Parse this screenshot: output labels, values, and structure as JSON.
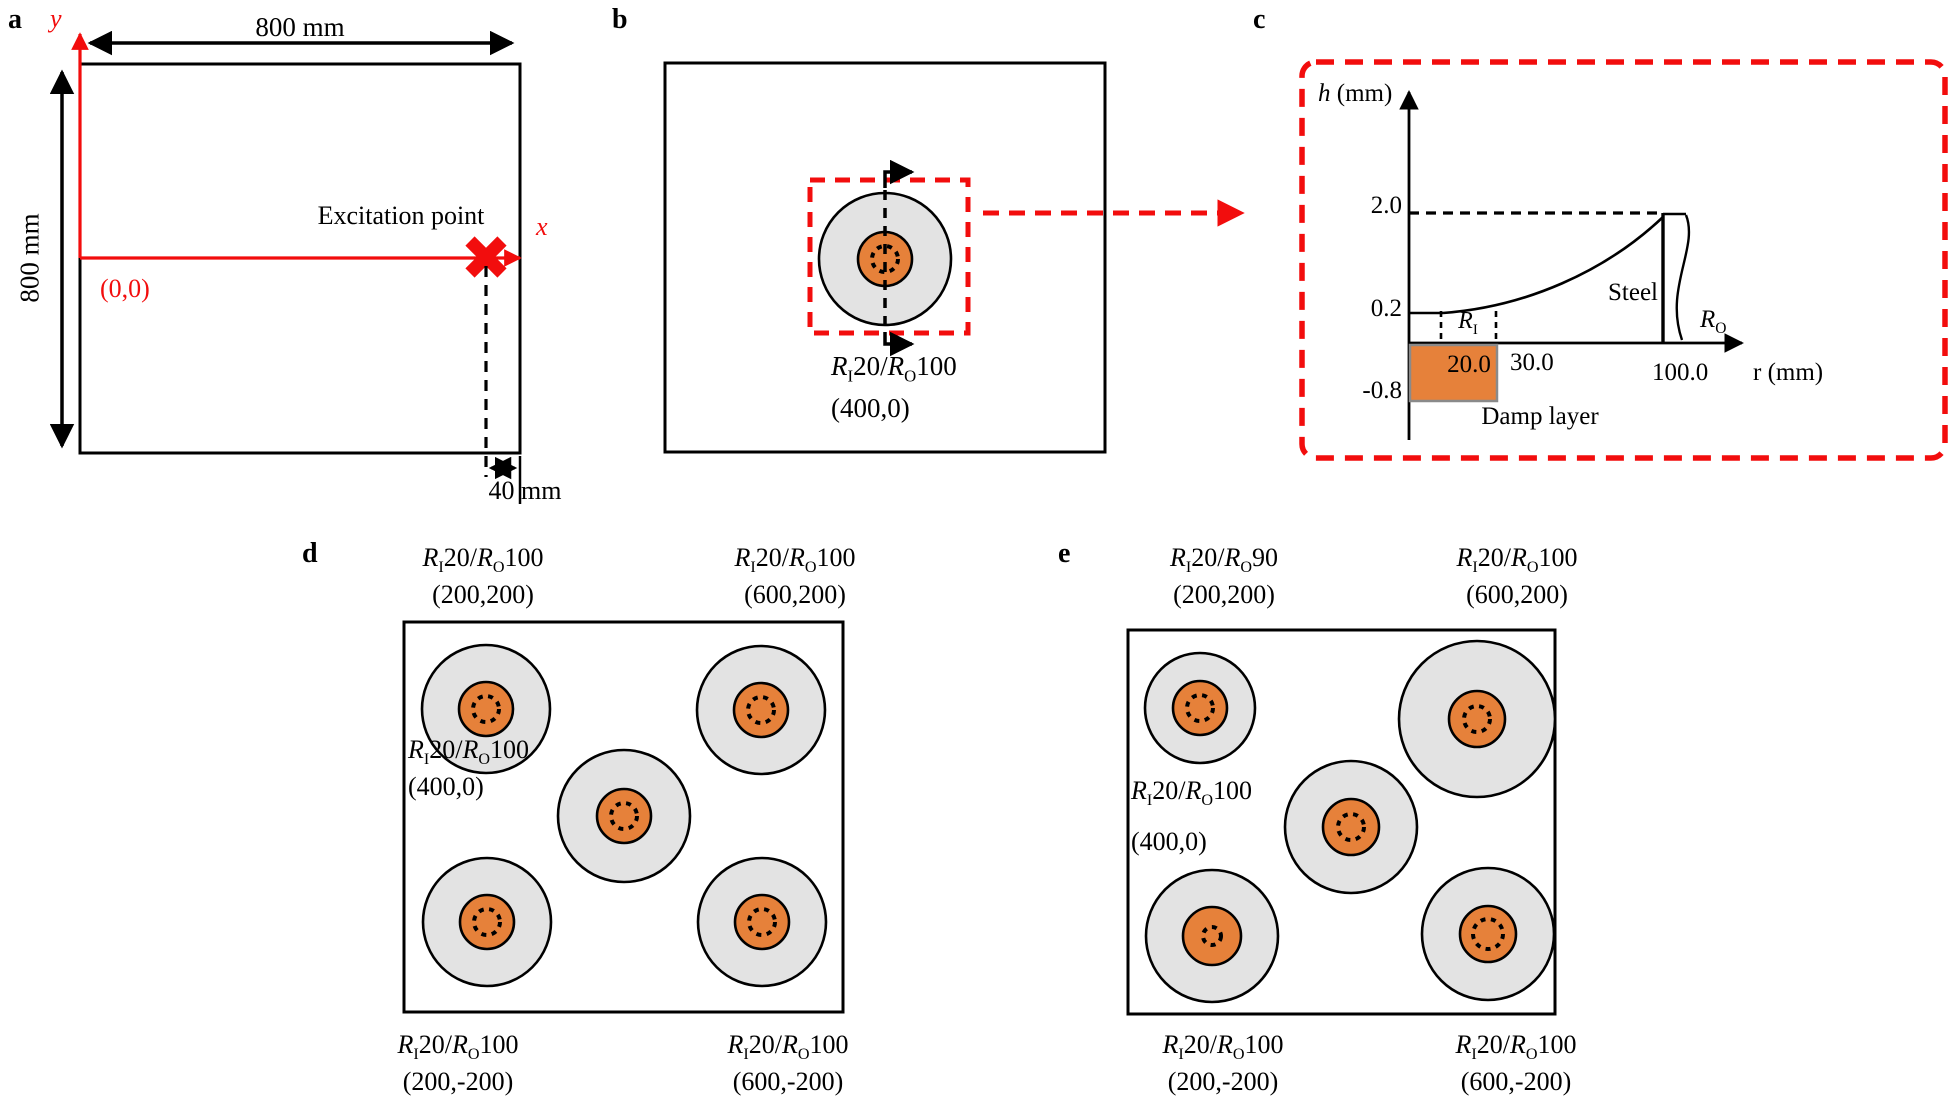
{
  "figure": {
    "colors": {
      "red": "#f20d0d",
      "orange": "#e6813a",
      "gray": "#e3e3e3",
      "black": "#000000"
    }
  },
  "abh_symbols": {
    "r": "R",
    "inner_sub": "I",
    "outer_sub": "O"
  },
  "panel_a": {
    "label": "a",
    "width_dim": "800 mm",
    "height_dim": "800 mm",
    "offset_dim": "40 mm",
    "excitation_label": "Excitation point",
    "origin": "(0,0)",
    "axis_x": "x",
    "axis_y": "y"
  },
  "panel_b": {
    "label": "b",
    "abh": {
      "ri": "20",
      "ro": "100",
      "coord": "(400,0)"
    }
  },
  "panel_c": {
    "label": "c",
    "v_axis": {
      "symbol": "h",
      "unit": "(mm)"
    },
    "h_axis": {
      "symbol": "r",
      "unit": "(mm)"
    },
    "y_ticks": {
      "top": "2.0",
      "plateau": "0.2",
      "damp": "-0.8"
    },
    "x_ticks": {
      "inner": "20.0",
      "damp_edge": "30.0",
      "outer": "100.0"
    },
    "steel_label": "Steel",
    "damp_label": "Damp layer",
    "profile": {
      "plateau_h_mm": 0.2,
      "edge_h_mm": 2.0,
      "inner_radius_mm": 20,
      "damp_edge_mm": 30,
      "outer_radius_mm": 100,
      "damp_depth_mm": -0.8
    }
  },
  "panel_d": {
    "label": "d",
    "abhs": [
      {
        "ri": "20",
        "ro": "100",
        "coord": "(200,200)"
      },
      {
        "ri": "20",
        "ro": "100",
        "coord": "(600,200)"
      },
      {
        "ri": "20",
        "ro": "100",
        "coord": "(400,0)"
      },
      {
        "ri": "20",
        "ro": "100",
        "coord": "(200,-200)"
      },
      {
        "ri": "20",
        "ro": "100",
        "coord": "(600,-200)"
      }
    ]
  },
  "panel_e": {
    "label": "e",
    "abhs": [
      {
        "ri": "20",
        "ro": "90",
        "coord": "(200,200)"
      },
      {
        "ri": "20",
        "ro": "100",
        "coord": "(600,200)"
      },
      {
        "ri": "20",
        "ro": "100",
        "coord": "(400,0)"
      },
      {
        "ri": "20",
        "ro": "100",
        "coord": "(200,-200)"
      },
      {
        "ri": "20",
        "ro": "100",
        "coord": "(600,-200)"
      }
    ]
  }
}
